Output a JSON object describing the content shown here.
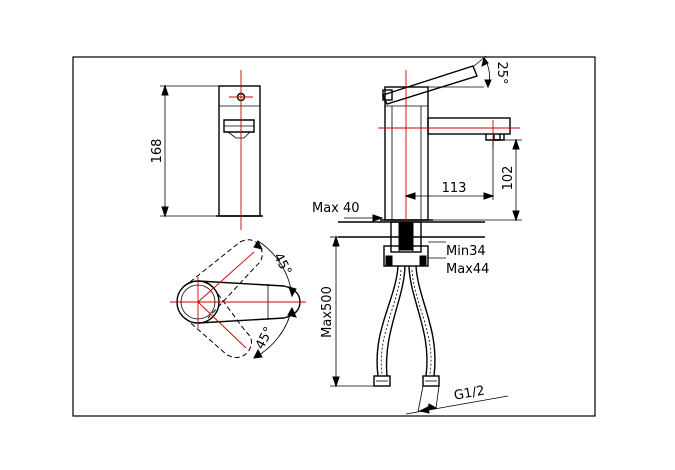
{
  "drawing": {
    "dimensions": {
      "height_total": "168",
      "angle_lever_top": "25°",
      "spout_height": "102",
      "spout_reach": "113",
      "deck_max": "Max 40",
      "hole_min": "Min34",
      "hole_max": "Max44",
      "hose_length": "Max500",
      "thread": "G1/2",
      "rotation_upper": "45°",
      "rotation_lower": "45°"
    },
    "colors": {
      "outline": "#000000",
      "centerline": "#d10000",
      "background": "#ffffff"
    }
  }
}
